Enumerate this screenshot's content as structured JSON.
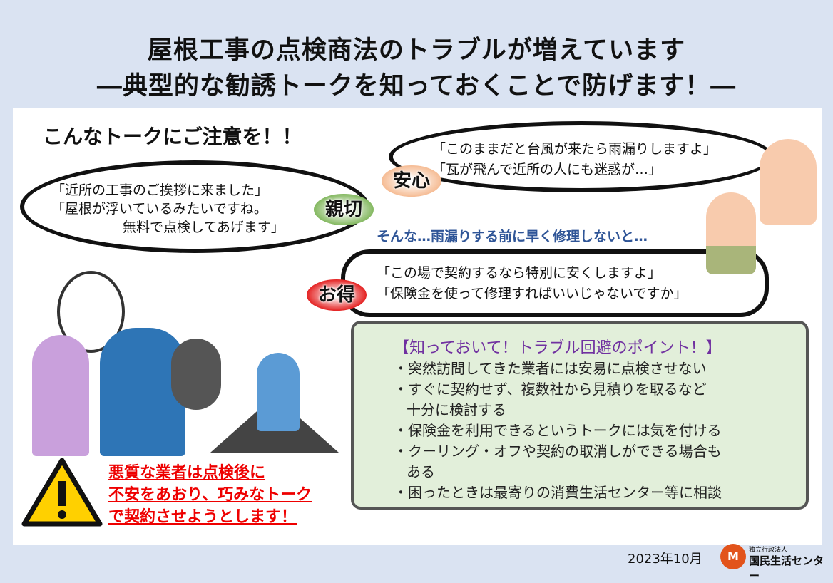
{
  "title": {
    "line1": "屋根工事の点検商法のトラブルが増えています",
    "line2": "―典型的な勧誘トークを知っておくことで防げます！―"
  },
  "heading": "こんなトークにご注意を！！",
  "bubbles": [
    {
      "tag": "親切",
      "tag_color": "#70ad47",
      "lines": [
        "「近所の工事のご挨拶に来ました」",
        "「屋根が浮いているみたいですね。",
        "無料で点検してあげます」"
      ]
    },
    {
      "tag": "安心",
      "tag_color": "#f4b183",
      "lines": [
        "「このままだと台風が来たら雨漏りしますよ」",
        "「瓦が飛んで近所の人にも迷惑が…」"
      ]
    },
    {
      "tag": "お得",
      "tag_color": "#e00000",
      "lines": [
        "「この場で契約するなら特別に安くしますよ」",
        "「保険金を使って修理すればいいじゃないですか」"
      ]
    }
  ],
  "middle_text": "そんな…雨漏りする前に早く修理しないと…",
  "points": {
    "title": "【知っておいて！トラブル回避のポイント！】",
    "items": [
      "・突然訪問してきた業者には安易に点検させない",
      "・すぐに契約せず、複数社から見積りを取るなど",
      "十分に検討する",
      "・保険金を利用できるというトークには気を付ける",
      "・クーリング・オフや契約の取消しができる場合も",
      "ある",
      "・困ったときは最寄りの消費生活センター等に相談"
    ]
  },
  "warning": [
    "悪質な業者は点検後に",
    "不安をあおり、巧みなトーク",
    "で契約させようとします！"
  ],
  "footer": {
    "date": "2023年10月",
    "org_sub": "独立行政法人",
    "org": "国民生活センター"
  }
}
